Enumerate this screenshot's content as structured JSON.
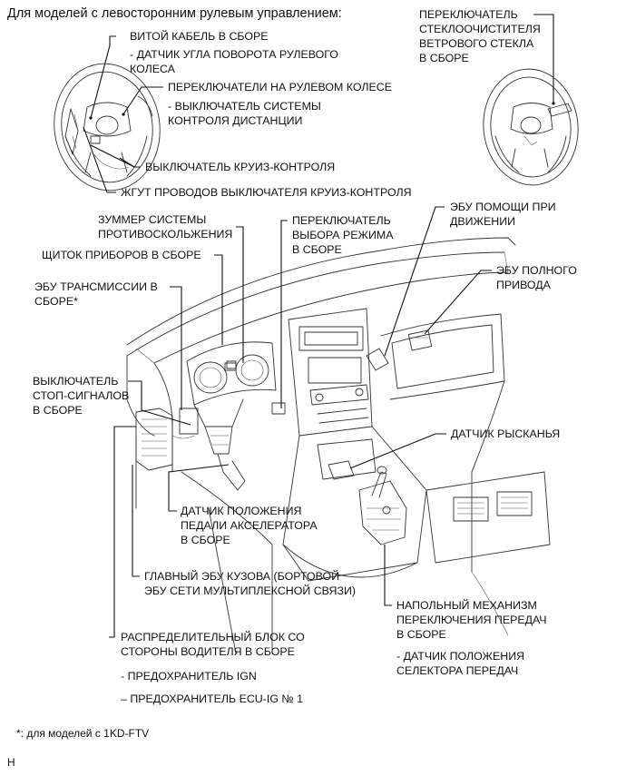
{
  "title": "Для моделей с левосторонним рулевым управлением:",
  "labels": {
    "spiral_cable": "ВИТОЙ КАБЕЛЬ В СБОРЕ",
    "steering_angle_sensor": "- ДАТЧИК УГЛА ПОВОРОТА РУЛЕВОГО\nКОЛЕСА",
    "steering_pad_switches": "ПЕРЕКЛЮЧАТЕЛИ НА РУЛЕВОМ КОЛЕСЕ",
    "distance_control_switch": "- ВЫКЛЮЧАТЕЛЬ СИСТЕМЫ\nКОНТРОЛЯ ДИСТАНЦИИ",
    "cruise_switch": "ВЫКЛЮЧАТЕЛЬ КРУИЗ-КОНТРОЛЯ",
    "cruise_harness": "ЖГУТ ПРОВОДОВ ВЫКЛЮЧАТЕЛЯ КРУИЗ-КОНТРОЛЯ",
    "wiper_switch": "ПЕРЕКЛЮЧАТЕЛЬ\nСТЕКЛООЧИСТИТЕЛЯ\nВЕТРОВОГО СТЕКЛА\nВ СБОРЕ",
    "buzzer": "ЗУММЕР СИСТЕМЫ\nПРОТИВОСКОЛЬЖЕНИЯ",
    "combination_meter": "ЩИТОК ПРИБОРОВ В СБОРЕ",
    "mode_select_switch": "ПЕРЕКЛЮЧАТЕЛЬ\nВЫБОРА РЕЖИМА\nВ СБОРЕ",
    "driving_support_ecu": "ЭБУ ПОМОЩИ ПРИ\nДВИЖЕНИИ",
    "fourwd_ecu": "ЭБУ ПОЛНОГО\nПРИВОДА",
    "transmission_ecu": "ЭБУ ТРАНСМИССИИ В\nСБОРЕ*",
    "stop_light_switch": "ВЫКЛЮЧАТЕЛЬ\nСТОП-СИГНАЛОВ\nВ СБОРЕ",
    "yaw_sensor": "ДАТЧИК РЫСКАНЬЯ",
    "accel_pedal_sensor": "ДАТЧИК ПОЛОЖЕНИЯ\nПЕДАЛИ АКСЕЛЕРАТОРА\nВ СБОРЕ",
    "main_body_ecu": "ГЛАВНЫЙ ЭБУ КУЗОВА (БОРТОВОЙ\nЭБУ СЕТИ МУЛЬТИПЛЕКСНОЙ СВЯЗИ)",
    "shift_lever": "НАПОЛЬНЫЙ МЕХАНИЗМ\nПЕРЕКЛЮЧЕНИЯ ПЕРЕДАЧ\nВ СБОРЕ",
    "shift_position_sensor": "- ДАТЧИК ПОЛОЖЕНИЯ\nСЕЛЕКТОРА ПЕРЕДАЧ",
    "junction_block": "РАСПРЕДЕЛИТЕЛЬНЫЙ БЛОК СО\nСТОРОНЫ ВОДИТЕЛЯ В СБОРЕ",
    "fuse_ign": "- ПРЕДОХРАНИТЕЛЬ IGN",
    "fuse_ecu_ig": "– ПРЕДОХРАНИТЕЛЬ ECU-IG № 1"
  },
  "footnote": "*: для моделей с 1KD-FTV",
  "corner_mark": "H"
}
